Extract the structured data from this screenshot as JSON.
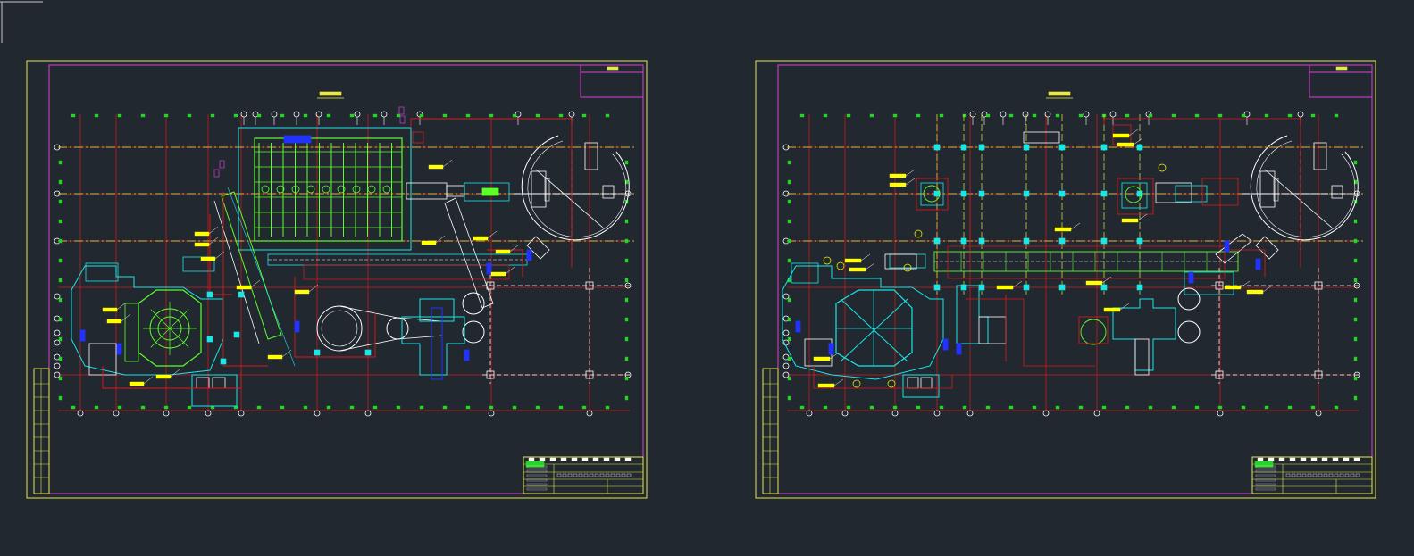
{
  "viewport": {
    "background": "#212830"
  },
  "colors": {
    "frame": "#e8e84a",
    "border": "#d63fd6",
    "grid": "#e01818",
    "centerline": "#e8e84a",
    "equipment_green": "#5cff2a",
    "equipment_cyan": "#19e6e6",
    "dim_green": "#22d622",
    "blue": "#2233ff",
    "white": "#ffffff",
    "label_fill": "#ffff00"
  },
  "sheets": [
    {
      "id": "sheet-left",
      "variant": "plan-a"
    },
    {
      "id": "sheet-right",
      "variant": "plan-b"
    }
  ]
}
